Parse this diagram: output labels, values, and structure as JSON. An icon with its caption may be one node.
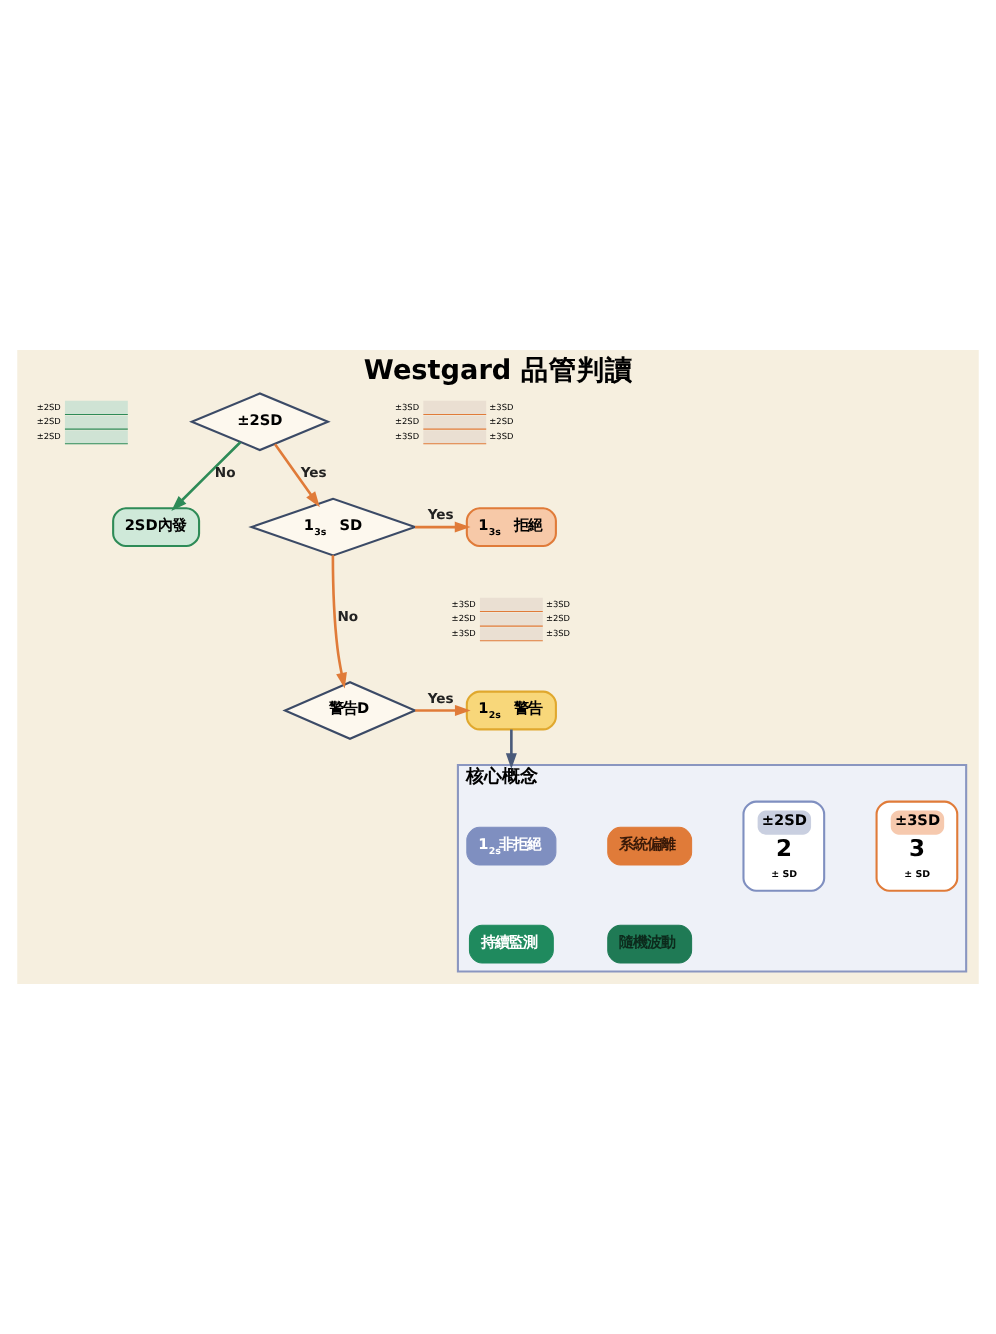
{
  "diagram": {
    "title": "Westgard 品管判讀",
    "nodes": [
      {
        "text": [
          "±2SD"
        ]
      },
      {
        "text": [
          "2SD內發"
        ]
      },
      {
        "text": [
          "1$_{3s}$ SD"
        ]
      },
      {
        "text": [
          "1$_{3s}$ 拒絕"
        ]
      },
      {
        "text": [
          "警告D"
        ]
      },
      {
        "text": [
          "1$_{2s}$ 警告"
        ]
      },
      {
        "text": [
          "核心概念"
        ]
      },
      {
        "text": [
          "1$_{2s}$非拒絕"
        ],
        "in": 6
      },
      {
        "text": [
          "系統偏離"
        ],
        "in": 6
      },
      {
        "text": [
          "持續監測"
        ],
        "in": 6
      },
      {
        "text": [
          "隨機波動"
        ],
        "in": 6
      },
      {
        "text": [
          "±2SD",
          "2",
          "± SD"
        ],
        "in": 6
      },
      {
        "text": [
          "±3SD",
          "3",
          "± SD"
        ],
        "in": 6
      }
    ],
    "edges": [
      {
        "from": 0,
        "to": 1,
        "arrow": "to",
        "label": "No",
        "color": "#2e8b57"
      },
      {
        "from": 0,
        "to": 2,
        "arrow": "to",
        "label": "Yes"
      },
      {
        "from": 2,
        "to": 3,
        "arrow": "to",
        "label": "Yes"
      },
      {
        "from": 2,
        "to": 4,
        "arrow": "to",
        "label": "No"
      },
      {
        "from": 4,
        "to": 5,
        "arrow": "to",
        "label": "Yes"
      },
      {
        "from": 5,
        "to": 6,
        "arrow": "to",
        "color": "#4a5a7a"
      }
    ],
    "labels": [
      "±2SD",
      "±2SD",
      "±2SD",
      "±3SD",
      "±3SD",
      "±2SD",
      "±2SD",
      "±3SD",
      "±3SD",
      "±3SD",
      "±3SD",
      "±2SD",
      "±2SD",
      "±3SD",
      "±3SD"
    ]
  }
}
